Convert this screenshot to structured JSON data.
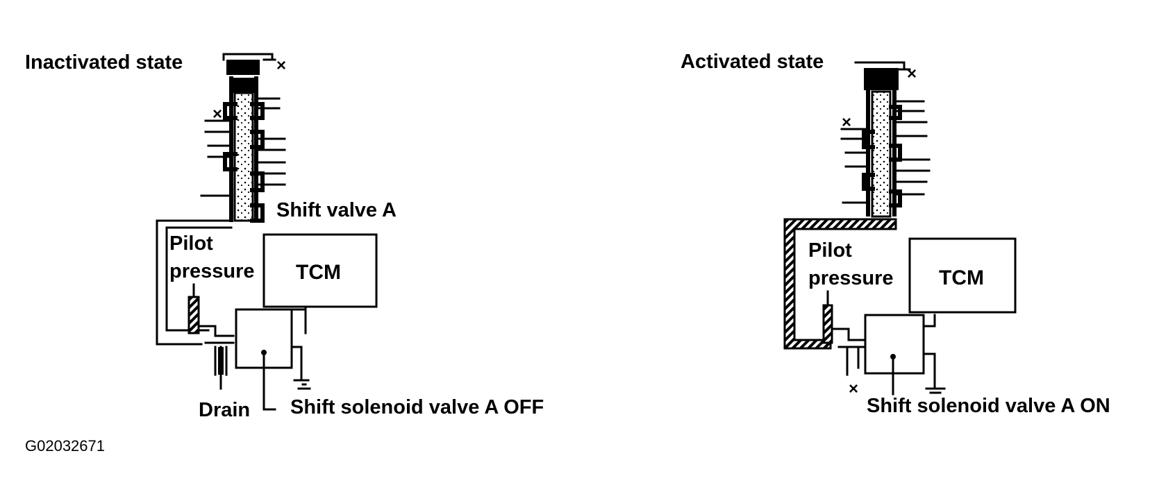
{
  "left": {
    "state": "Inactivated state",
    "shift_valve": "Shift valve A",
    "pilot_line1": "Pilot",
    "pilot_line2": "pressure",
    "tcm": "TCM",
    "drain": "Drain",
    "solenoid": "Shift solenoid valve A OFF",
    "mark_top": "×",
    "mark_mid": "×"
  },
  "right": {
    "state": "Activated state",
    "pilot_line1": "Pilot",
    "pilot_line2": "pressure",
    "tcm": "TCM",
    "solenoid": "Shift solenoid valve A ON",
    "mark_top": "×",
    "mark_mid": "×",
    "mark_bottom": "×"
  },
  "figure_id": "G02032671"
}
